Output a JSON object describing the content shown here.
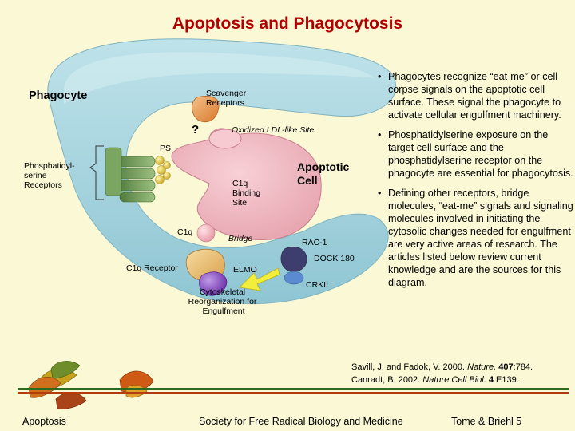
{
  "slide": {
    "title": "Apoptosis and Phagocytosis",
    "footer": {
      "left": "Apoptosis",
      "center": "Society for Free Radical Biology and Medicine",
      "right": "Tome & Briehl 5"
    }
  },
  "diagram": {
    "phagocyte_label": "Phagocyte",
    "apoptotic_cell_label": [
      "Apoptotic",
      "Cell"
    ],
    "labels": {
      "scavenger_receptors": [
        "Scavenger",
        "Receptors"
      ],
      "question_mark": "?",
      "oxidized_ldl": "Oxidized LDL-like Site",
      "ps": "PS",
      "ps_receptors": [
        "Phosphatidyl-",
        "serine",
        "Receptors"
      ],
      "c1q_binding_site": [
        "C1q",
        "Binding",
        "Site"
      ],
      "c1q": "C1q",
      "bridge": "Bridge",
      "c1q_receptor": "C1q Receptor",
      "elmo": "ELMO",
      "rac1": "RAC-1",
      "dock180": "DOCK 180",
      "crkii": "CRKII",
      "cytoskeletal": [
        "Cytoskeletal",
        "Reorganization for",
        "Engulfment"
      ]
    },
    "colors": {
      "phagocyte": "#a9d6df",
      "apoptotic_cell": "#efb7bf",
      "title_red": "#b00000",
      "ps_receptor_green": "#6f9a55",
      "ps_beads": "#e0cd40",
      "elmo_purple": "#8a4ec2",
      "arrow_yellow": "#f2ee3a",
      "scavenger_orange": "#e59a4c",
      "c1q_receptor_tan": "#e8c07a"
    }
  },
  "bullets": [
    "Phagocytes recognize “eat-me” or cell corpse signals on the apoptotic cell surface.  These signal the phagocyte to activate cellular engulfment machinery.",
    "Phosphatidylserine exposure on the target cell surface and the phosphatidylserine receptor on the phagocyte are essential for phagocytosis.",
    "Defining other receptors, bridge molecules, “eat-me” signals and signaling molecules involved in initiating the cytosolic changes needed for engulfment are very active areas of research.  The articles listed below review current knowledge and are the sources for this diagram."
  ],
  "references": [
    {
      "authors": "Savill, J. and Fadok, V. 2000.",
      "journal": "Nature.",
      "volume": "407",
      "pages": ":784."
    },
    {
      "authors": "Canradt, B. 2002.",
      "journal": "Nature Cell Biol.",
      "volume": "4",
      "pages": ":E139."
    }
  ]
}
